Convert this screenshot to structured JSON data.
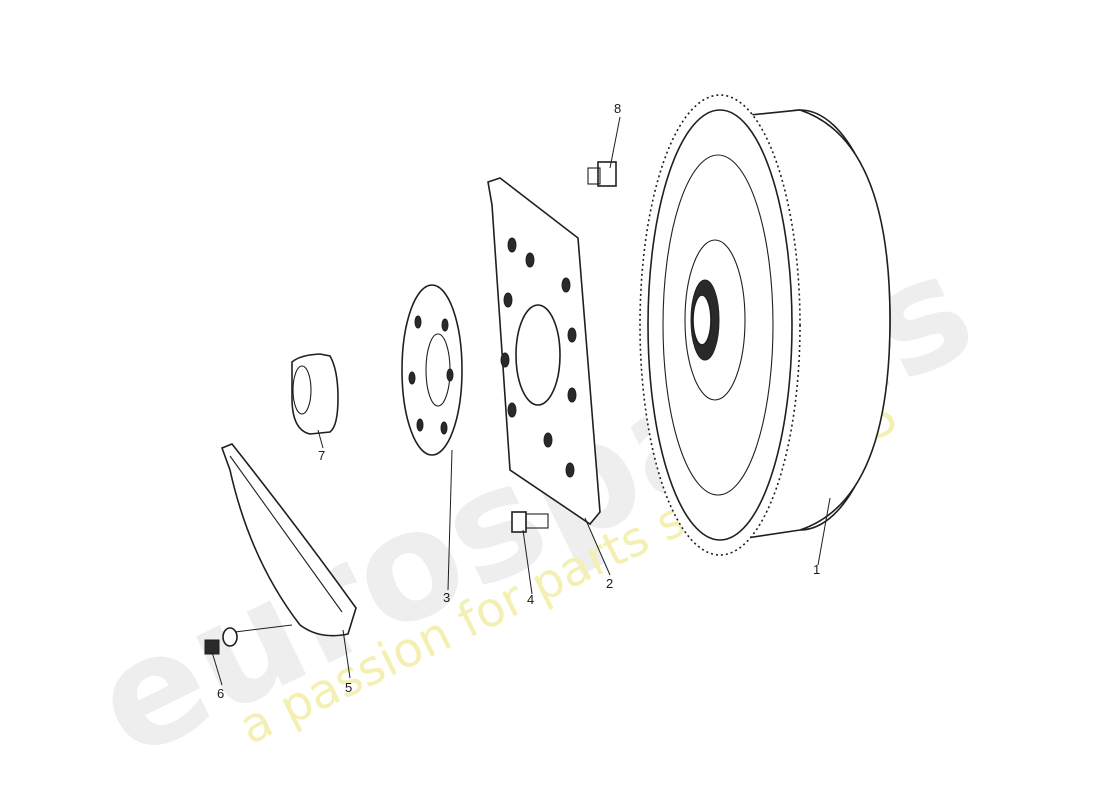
{
  "watermark": {
    "brand": "eurospares",
    "tagline": "a passion for parts since 1985"
  },
  "callouts": [
    {
      "id": "1",
      "label": "1"
    },
    {
      "id": "2",
      "label": "2"
    },
    {
      "id": "3",
      "label": "3"
    },
    {
      "id": "4",
      "label": "4"
    },
    {
      "id": "5",
      "label": "5"
    },
    {
      "id": "6",
      "label": "6"
    },
    {
      "id": "7",
      "label": "7"
    },
    {
      "id": "8",
      "label": "8"
    }
  ]
}
